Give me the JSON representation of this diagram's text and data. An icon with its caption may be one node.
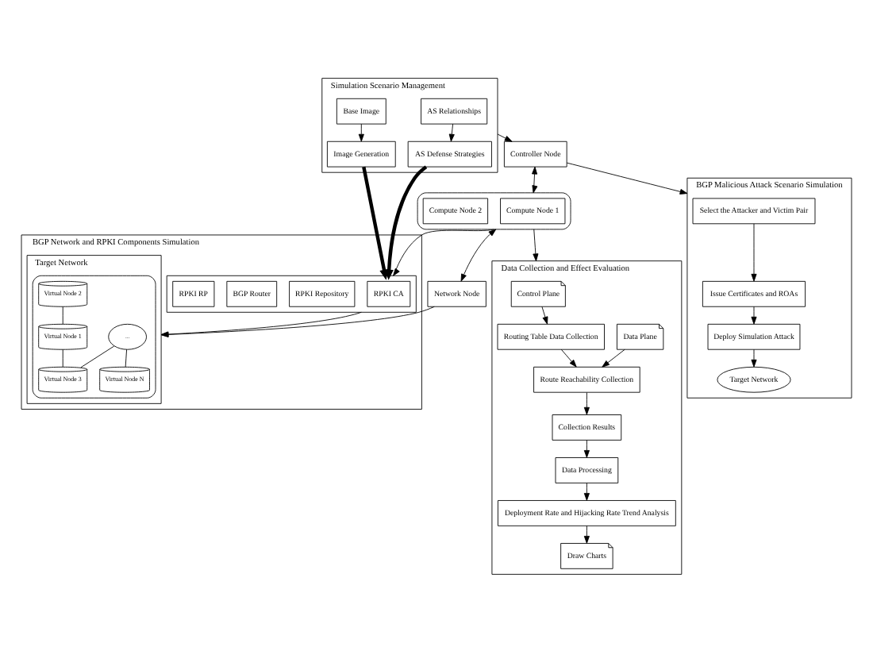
{
  "diagram": {
    "nodes": [
      {
        "text": [
          "Simulation Scenario Management"
        ]
      },
      {
        "text": [
          "AS Relationships"
        ],
        "in": 0
      },
      {
        "text": [
          "AS Defense Strategies"
        ],
        "in": 0
      },
      {
        "text": [
          "Image Generation"
        ],
        "in": 0
      },
      {
        "text": [
          "Base Image"
        ],
        "in": 0
      },
      {
        "text": [
          "BGP Network and RPKI Components Simulation"
        ]
      },
      {
        "text": [],
        "shape": "box",
        "in": 5
      },
      {
        "text": [
          "RPKI CA"
        ],
        "in": 6
      },
      {
        "text": [
          "RPKI Repository"
        ],
        "in": 6
      },
      {
        "text": [
          "BGP Router"
        ],
        "in": 6
      },
      {
        "text": [
          "RPKI RP"
        ],
        "in": 6
      },
      {
        "text": [
          "Target Network"
        ],
        "in": 5
      },
      {
        "text": [],
        "shape": "cloud",
        "in": 11
      },
      {
        "text": [
          "..."
        ],
        "in": 12
      },
      {
        "text": [
          "Virtual Node 2"
        ],
        "in": 12
      },
      {
        "text": [
          "Virtual Node 1"
        ],
        "in": 12
      },
      {
        "text": [
          "Virtual Node N"
        ],
        "in": 12
      },
      {
        "text": [
          "Virtual Node 3"
        ],
        "in": 12
      },
      {
        "text": [
          "Controller Node"
        ]
      },
      {
        "text": [],
        "shape": "box"
      },
      {
        "text": [
          "Compute Node 1"
        ],
        "in": 19
      },
      {
        "text": [
          "Compute Node 2"
        ],
        "in": 19
      },
      {
        "text": [
          "Network Node"
        ]
      },
      {
        "text": [
          "BGP Malicious Attack Scenario Simulation"
        ]
      },
      {
        "text": [
          "Select the Attacker and Victim Pair"
        ],
        "in": 23
      },
      {
        "text": [
          "Issue Certificates and ROAs"
        ],
        "in": 23
      },
      {
        "text": [
          "Deploy Simulation Attack"
        ],
        "in": 23
      },
      {
        "text": [
          "Target Network"
        ],
        "in": 23
      },
      {
        "text": [
          "Data Collection and Effect Evaluation"
        ]
      },
      {
        "text": [
          "Control Plane"
        ],
        "in": 28
      },
      {
        "text": [
          "Routing Table Data Collection"
        ],
        "in": 28
      },
      {
        "text": [
          "Data Processing"
        ],
        "in": 28
      },
      {
        "text": [
          "Deployment Rate and Hijacking Rate Trend Analysis"
        ],
        "in": 28
      },
      {
        "text": [
          "Data Plane"
        ],
        "in": 28
      },
      {
        "text": [
          "Route Reachability Collection"
        ],
        "in": 28
      },
      {
        "text": [
          "Collection Results"
        ],
        "in": 28
      },
      {
        "text": [
          "Draw Charts"
        ],
        "in": 28
      }
    ],
    "edges": [
      {
        "from": 1,
        "to": 2,
        "arrow": "to"
      },
      {
        "from": 4,
        "to": 3,
        "arrow": "to"
      },
      {
        "from": 2,
        "to": 6,
        "arrow": "to",
        "style": "thick"
      },
      {
        "from": 3,
        "to": 6,
        "arrow": "to",
        "style": "thick"
      },
      {
        "from": 6,
        "to": 11,
        "arrow": "to"
      },
      {
        "from": 13,
        "to": 16,
        "arrow": "none"
      },
      {
        "from": 13,
        "to": 17,
        "arrow": "none"
      },
      {
        "from": 14,
        "to": 15,
        "arrow": "none"
      },
      {
        "from": 15,
        "to": 17,
        "arrow": "none"
      },
      {
        "from": 0,
        "to": 18,
        "arrow": "to"
      },
      {
        "from": 18,
        "to": 19,
        "arrow": "both"
      },
      {
        "from": 19,
        "to": 22,
        "arrow": "both"
      },
      {
        "from": 19,
        "to": 6,
        "arrow": "to"
      },
      {
        "from": 22,
        "to": 11,
        "arrow": "to"
      },
      {
        "from": 18,
        "to": 23,
        "arrow": "to"
      },
      {
        "from": 19,
        "to": 28,
        "arrow": "to"
      },
      {
        "from": 24,
        "to": 25,
        "arrow": "to"
      },
      {
        "from": 25,
        "to": 26,
        "arrow": "to"
      },
      {
        "from": 26,
        "to": 27,
        "arrow": "to"
      },
      {
        "from": 29,
        "to": 30,
        "arrow": "to"
      },
      {
        "from": 30,
        "to": 34,
        "arrow": "to"
      },
      {
        "from": 33,
        "to": 34,
        "arrow": "to"
      },
      {
        "from": 34,
        "to": 35,
        "arrow": "to"
      },
      {
        "from": 35,
        "to": 31,
        "arrow": "to"
      },
      {
        "from": 31,
        "to": 32,
        "arrow": "to"
      },
      {
        "from": 32,
        "to": 36,
        "arrow": "to"
      }
    ]
  }
}
